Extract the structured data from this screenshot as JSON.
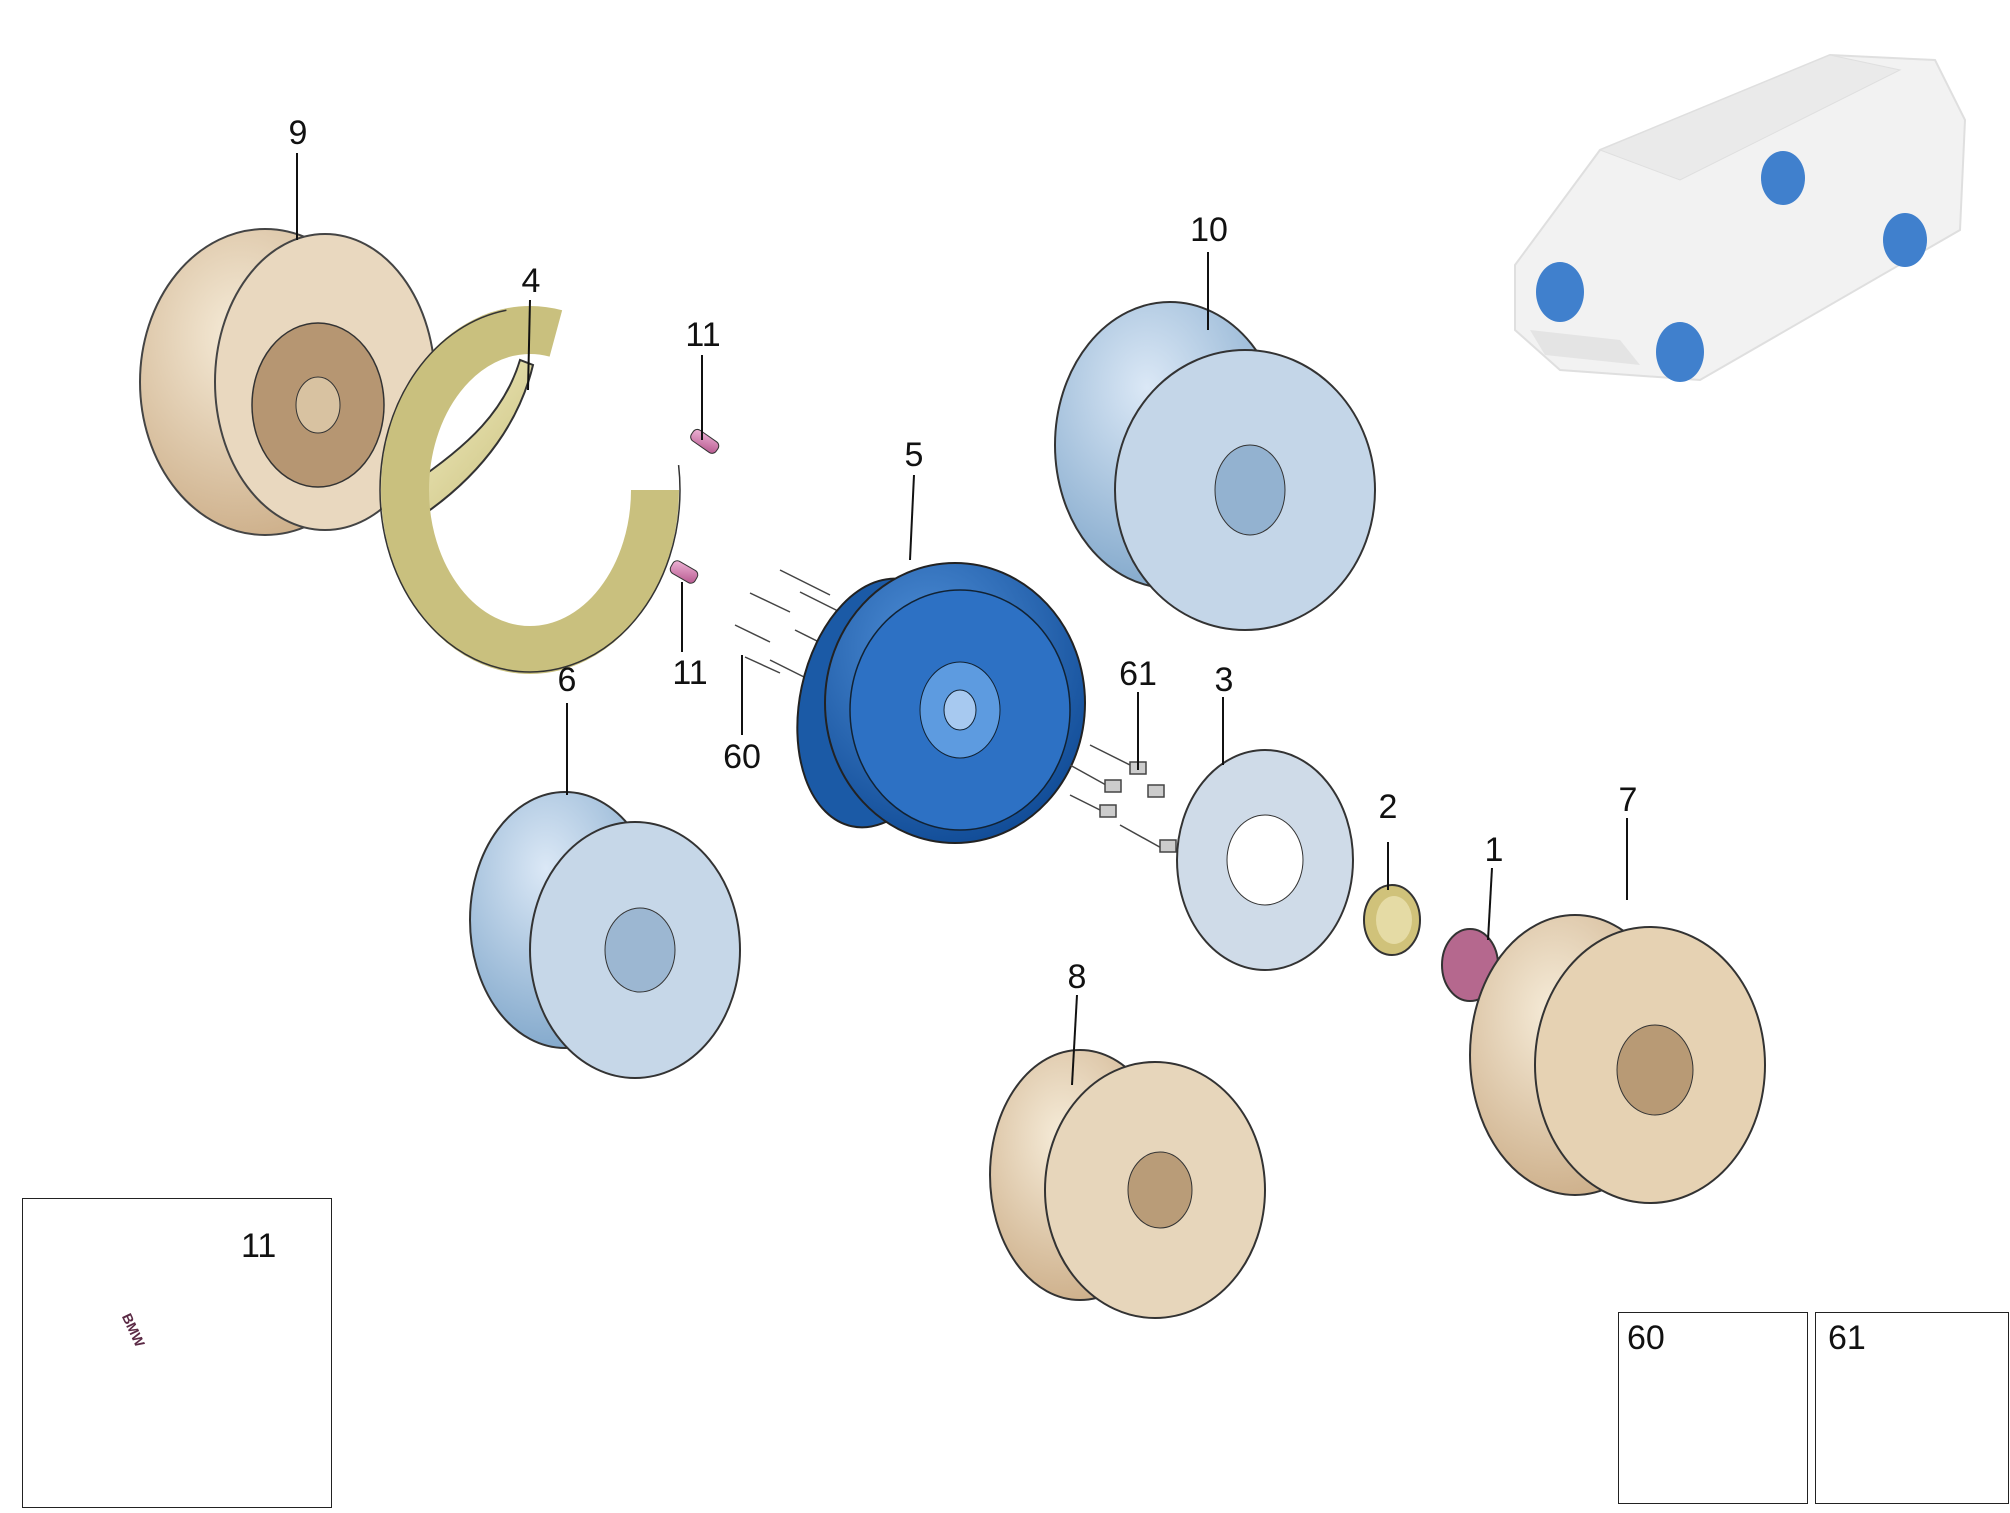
{
  "callouts": {
    "c1": "1",
    "c2": "2",
    "c3": "3",
    "c4": "4",
    "c5": "5",
    "c6": "6",
    "c7": "7",
    "c8": "8",
    "c9": "9",
    "c10": "10",
    "c11a": "11",
    "c11b": "11",
    "c60": "60",
    "c61": "61"
  },
  "insets": {
    "valve_box_label": "11",
    "bolt60_box_label": "60",
    "bolt61_box_label": "61",
    "valve_embossed_text": "BMW"
  },
  "colors": {
    "gold": "#e4cfae",
    "silver_blue": "#a9c9e6",
    "selected_blue": "#1f63b3",
    "yellow_ring": "#e6e0a2",
    "pink_valve": "#d988b7",
    "cap_purple": "#b5688e"
  }
}
